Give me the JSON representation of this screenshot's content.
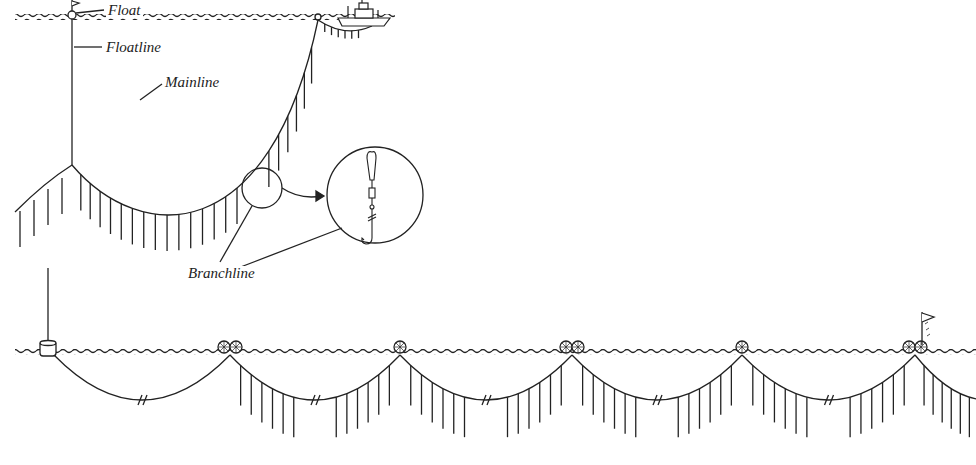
{
  "diagram": {
    "labels": [
      "Float",
      "Floatline",
      "Mainline",
      "Branchline"
    ]
  }
}
